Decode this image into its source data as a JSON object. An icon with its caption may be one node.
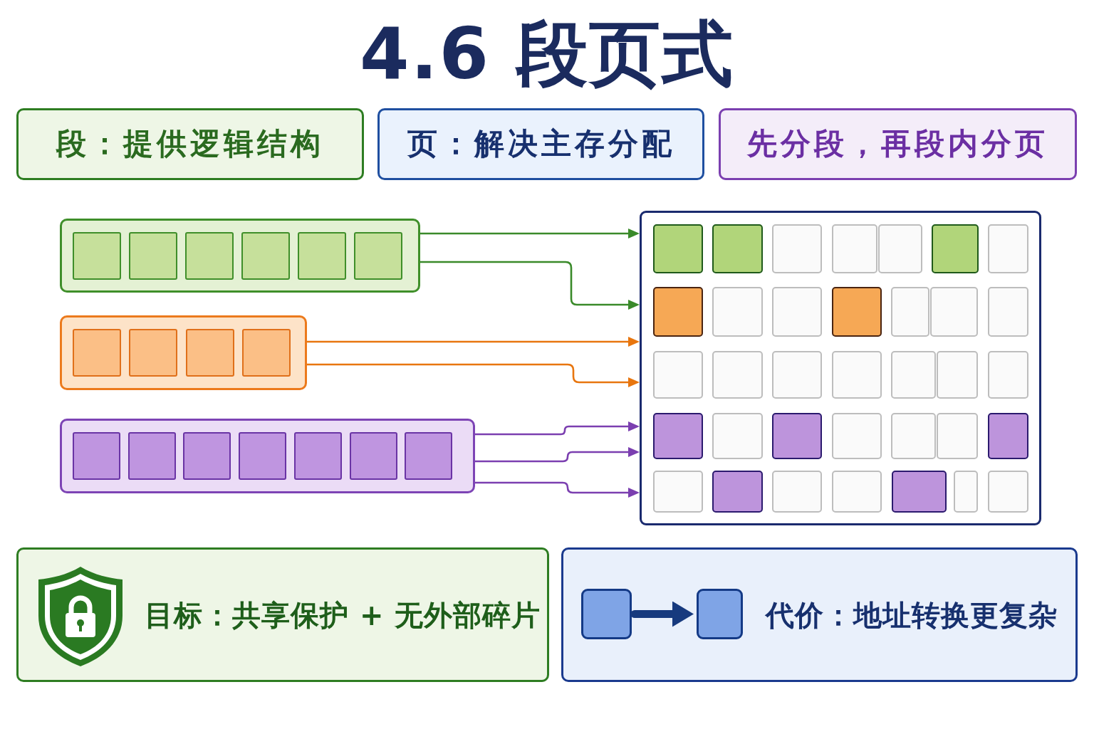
{
  "diagram": {
    "title": "4.6 段页式",
    "nodes": [
      {
        "text": [
          "段：提供逻辑结构"
        ]
      },
      {
        "text": [
          "页：解决主存分配"
        ]
      },
      {
        "text": [
          "先分段，再段内分页"
        ]
      },
      {
        "text": [],
        "shape": "bar"
      },
      {
        "text": [],
        "shape": "bar"
      },
      {
        "text": [],
        "shape": "bar"
      },
      {
        "text": [],
        "shape": "box"
      },
      {
        "text": [
          "目标：共享保护 + 无外部碎片"
        ]
      },
      {
        "text": [
          "代价：地址转换更复杂"
        ]
      },
      {
        "text": [],
        "shape": "box",
        "in": 8
      },
      {
        "text": [],
        "shape": "box",
        "in": 8
      }
    ],
    "edges": [
      {
        "from": 3,
        "to": 6,
        "arrow": "to",
        "color": "#3a8a2a"
      },
      {
        "from": 3,
        "to": 6,
        "arrow": "to",
        "color": "#3a8a2a"
      },
      {
        "from": 4,
        "to": 6,
        "arrow": "to",
        "color": "#e8760f"
      },
      {
        "from": 4,
        "to": 6,
        "arrow": "to",
        "color": "#e8760f"
      },
      {
        "from": 5,
        "to": 6,
        "arrow": "to"
      },
      {
        "from": 5,
        "to": 6,
        "arrow": "to"
      },
      {
        "from": 5,
        "to": 6,
        "arrow": "to"
      },
      {
        "from": 9,
        "to": 10,
        "arrow": "to",
        "style": "thick",
        "color": "#173a7e"
      }
    ]
  }
}
